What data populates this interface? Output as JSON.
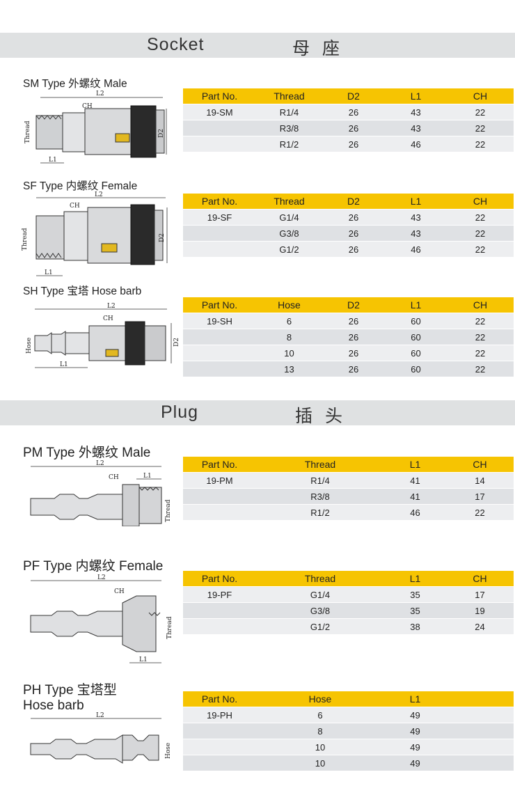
{
  "sections": {
    "socket": {
      "title_en": "Socket",
      "title_zh": "母座"
    },
    "plug": {
      "title_en": "Plug",
      "title_zh": "插头"
    }
  },
  "dim_labels": {
    "l1": "L1",
    "l2": "L2",
    "ch": "CH",
    "d2": "D2",
    "thread": "Thread",
    "hose": "Hose"
  },
  "sm": {
    "title": "SM Type 外螺纹 Male",
    "headers": [
      "Part No.",
      "Thread",
      "D2",
      "L1",
      "CH"
    ],
    "rows": [
      [
        "19-SM",
        "R1/4",
        "26",
        "43",
        "22"
      ],
      [
        "",
        "R3/8",
        "26",
        "43",
        "22"
      ],
      [
        "",
        "R1/2",
        "26",
        "46",
        "22"
      ]
    ]
  },
  "sf": {
    "title": "SF Type 内螺纹 Female",
    "headers": [
      "Part No.",
      "Thread",
      "D2",
      "L1",
      "CH"
    ],
    "rows": [
      [
        "19-SF",
        "G1/4",
        "26",
        "43",
        "22"
      ],
      [
        "",
        "G3/8",
        "26",
        "43",
        "22"
      ],
      [
        "",
        "G1/2",
        "26",
        "46",
        "22"
      ]
    ]
  },
  "sh": {
    "title": "SH Type 宝塔 Hose barb",
    "headers": [
      "Part No.",
      "Hose",
      "D2",
      "L1",
      "CH"
    ],
    "rows": [
      [
        "19-SH",
        "6",
        "26",
        "60",
        "22"
      ],
      [
        "",
        "8",
        "26",
        "60",
        "22"
      ],
      [
        "",
        "10",
        "26",
        "60",
        "22"
      ],
      [
        "",
        "13",
        "26",
        "60",
        "22"
      ]
    ]
  },
  "pm": {
    "title": "PM Type 外螺纹 Male",
    "headers": [
      "Part No.",
      "Thread",
      "L1",
      "CH"
    ],
    "rows": [
      [
        "19-PM",
        "R1/4",
        "41",
        "14"
      ],
      [
        "",
        "R3/8",
        "41",
        "17"
      ],
      [
        "",
        "R1/2",
        "46",
        "22"
      ]
    ]
  },
  "pf": {
    "title": "PF Type 内螺纹 Female",
    "headers": [
      "Part No.",
      "Thread",
      "L1",
      "CH"
    ],
    "rows": [
      [
        "19-PF",
        "G1/4",
        "35",
        "17"
      ],
      [
        "",
        "G3/8",
        "35",
        "19"
      ],
      [
        "",
        "G1/2",
        "38",
        "24"
      ]
    ]
  },
  "ph": {
    "title_line1": "PH Type 宝塔型",
    "title_line2": "Hose barb",
    "headers": [
      "Part No.",
      "Hose",
      "L1"
    ],
    "rows": [
      [
        "19-PH",
        "6",
        "49"
      ],
      [
        "",
        "8",
        "49"
      ],
      [
        "",
        "10",
        "49"
      ],
      [
        "",
        "10",
        "49"
      ]
    ]
  }
}
